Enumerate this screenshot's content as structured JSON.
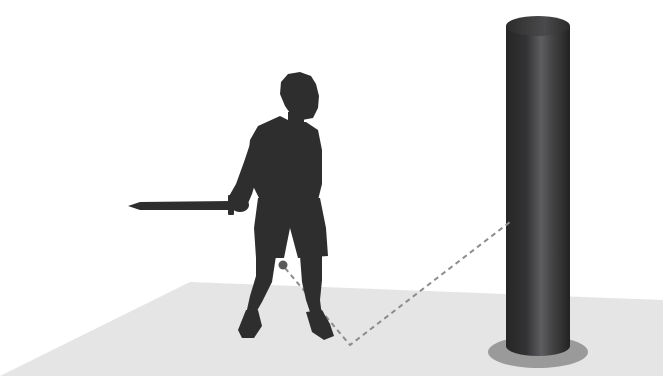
{
  "scene": {
    "subject": "silhouette-figure-with-sword",
    "object": "dark-cylinder-pillar",
    "path": "dashed-trajectory-line",
    "colors": {
      "background": "#ffffff",
      "floor": "#e5e5e5",
      "silhouette": "#2e2e2e",
      "pillar_dark": "#262626",
      "pillar_mid": "#3d3d3f",
      "pillar_light": "#5e5e60",
      "pillar_shadow": "#9a9a9a",
      "dashed_line": "#8c8c8c",
      "ball": "#5a5a5a"
    }
  }
}
